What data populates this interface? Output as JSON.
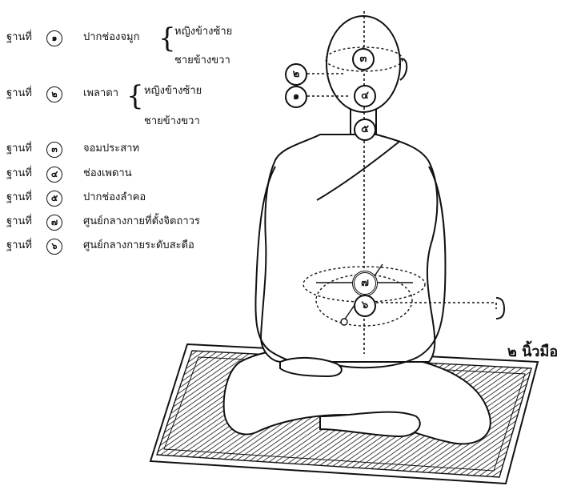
{
  "legend": [
    {
      "base": "ฐานที่",
      "num": "๑",
      "desc": "ปากช่องจมูก"
    },
    {
      "base": "ฐานที่",
      "num": "๒",
      "desc": "เพลาตา"
    },
    {
      "base": "ฐานที่",
      "num": "๓",
      "desc": "จอมประสาท"
    },
    {
      "base": "ฐานที่",
      "num": "๔",
      "desc": "ช่องเพดาน"
    },
    {
      "base": "ฐานที่",
      "num": "๕",
      "desc": "ปากช่องลำคอ"
    },
    {
      "base": "ฐานที่",
      "num": "๗",
      "desc": "ศูนย์กลางกายที่ตั้งจิตถาวร"
    },
    {
      "base": "ฐานที่",
      "num": "๖",
      "desc": "ศูนย์กลางกายระดับสะดือ"
    }
  ],
  "braces": {
    "first": {
      "top": "หญิงข้างซ้าย",
      "bottom": "ชายข้างขวา"
    },
    "second": {
      "top": "หญิงข้างซ้าย",
      "bottom": "ชายข้างขวา"
    }
  },
  "figure_markers": [
    "๓",
    "๒",
    "๑",
    "๔",
    "๕",
    "๗",
    "๖"
  ],
  "side_label": "๒ นิ้วมือ"
}
